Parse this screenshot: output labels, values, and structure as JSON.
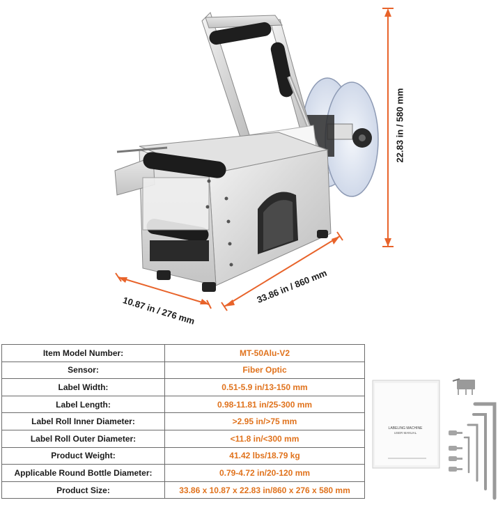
{
  "dimensions": {
    "height": "22.83 in / 580 mm",
    "length": "33.86 in / 860 mm",
    "width": "10.87 in / 276 mm"
  },
  "specs": [
    {
      "label": "Item Model Number:",
      "value": "MT-50Alu-V2"
    },
    {
      "label": "Sensor:",
      "value": "Fiber Optic"
    },
    {
      "label": "Label Width:",
      "value": "0.51-5.9 in/13-150 mm"
    },
    {
      "label": "Label Length:",
      "value": "0.98-11.81 in/25-300 mm"
    },
    {
      "label": "Label Roll Inner Diameter:",
      "value": ">2.95 in/>75 mm"
    },
    {
      "label": "Label Roll Outer Diameter:",
      "value": "<11.8 in/<300 mm"
    },
    {
      "label": "Product Weight:",
      "value": "41.42 lbs/18.79 kg"
    },
    {
      "label": "Applicable Round Bottle Diameter:",
      "value": "0.79-4.72 in/20-120 mm"
    },
    {
      "label": "Product Size:",
      "value": "33.86 x 10.87 x 22.83 in/860 x 276 x 580 mm"
    }
  ],
  "manual": {
    "title": "LABELING MACHINE",
    "subtitle": "USER MANUAL"
  },
  "colors": {
    "accent": "#e0721c",
    "dimension_line": "#e8632a",
    "table_border": "#6a6a6a"
  }
}
